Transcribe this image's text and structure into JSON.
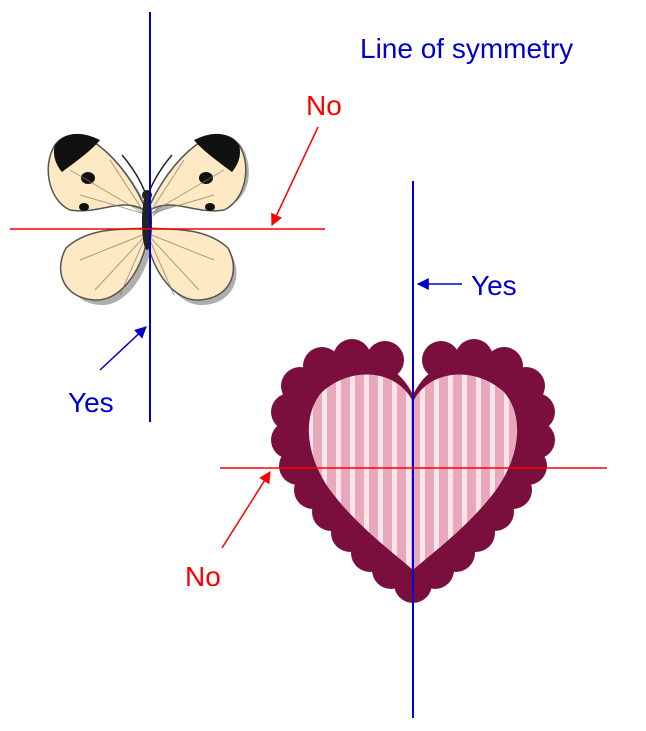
{
  "title": "Line of symmetry",
  "butterfly": {
    "horizontal_label": "No",
    "vertical_label": "Yes"
  },
  "heart": {
    "vertical_label": "Yes",
    "horizontal_label": "No"
  },
  "colors": {
    "yes": "#0000cc",
    "no": "#ff0000",
    "heart_border": "#7a0f3e",
    "heart_fill": "#e9a9bd",
    "heart_stripe": "#fbe3ea",
    "wing_fill": "#fde9c4",
    "wing_dark": "#111111"
  }
}
